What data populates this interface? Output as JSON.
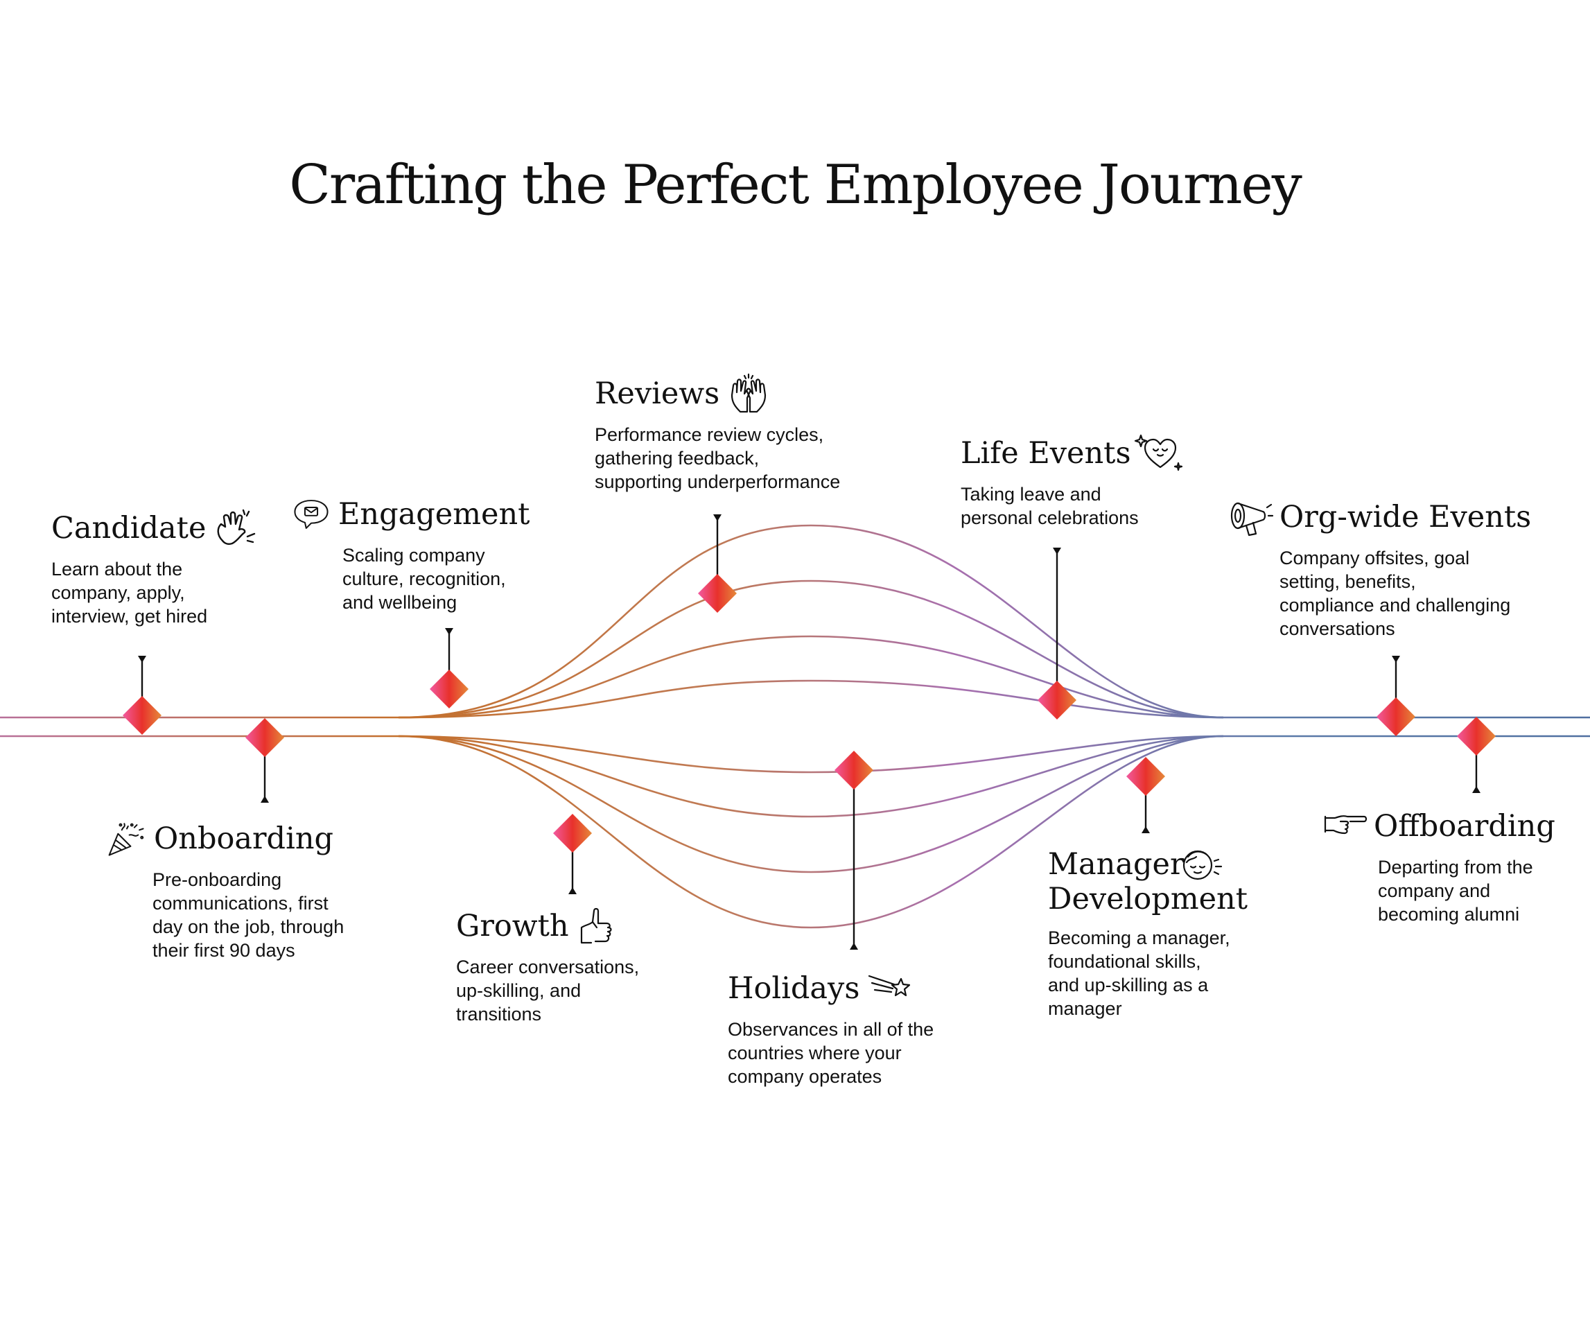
{
  "title": "Crafting the Perfect Employee Journey",
  "stages": [
    {
      "id": "candidate",
      "heading": "Candidate",
      "description": "Learn about the\ncompany, apply,\ninterview, get hired",
      "icon": "waving-hand-icon"
    },
    {
      "id": "onboarding",
      "heading": "Onboarding",
      "description": "Pre-onboarding\ncommunications, first\nday on the job, through\ntheir first 90 days",
      "icon": "party-popper-icon"
    },
    {
      "id": "engagement",
      "heading": "Engagement",
      "description": "Scaling company\nculture, recognition,\nand wellbeing",
      "icon": "message-bubble-icon"
    },
    {
      "id": "growth",
      "heading": "Growth",
      "description": "Career conversations,\nup-skilling, and\ntransitions",
      "icon": "pointing-hand-icon"
    },
    {
      "id": "reviews",
      "heading": "Reviews",
      "description": "Performance review cycles,\ngathering feedback,\nsupporting underperformance",
      "icon": "high-five-icon"
    },
    {
      "id": "holidays",
      "heading": "Holidays",
      "description": "Observances in all of the\ncountries where your\ncompany operates",
      "icon": "shooting-star-icon"
    },
    {
      "id": "life-events",
      "heading": "Life Events",
      "description": "Taking leave and\npersonal celebrations",
      "icon": "heart-icon"
    },
    {
      "id": "manager-development",
      "heading": "Manager\nDevelopment",
      "description": "Becoming a manager,\nfoundational skills,\nand up-skilling as a\nmanager",
      "icon": "smiling-face-icon"
    },
    {
      "id": "org-wide-events",
      "heading": "Org-wide Events",
      "description": "Company offsites, goal\nsetting, benefits,\ncompliance and challenging\nconversations",
      "icon": "megaphone-icon"
    },
    {
      "id": "offboarding",
      "heading": "Offboarding",
      "description": "Departing from the\ncompany and\nbecoming alumni",
      "icon": "pointing-right-icon"
    }
  ],
  "colors": {
    "line_warm": "#c4702c",
    "line_mid": "#a86fae",
    "line_cool": "#5b7aa8",
    "marker_pink": "#ef4a8e",
    "marker_red": "#e5322a",
    "marker_orange": "#e8792e",
    "text": "#111111"
  }
}
